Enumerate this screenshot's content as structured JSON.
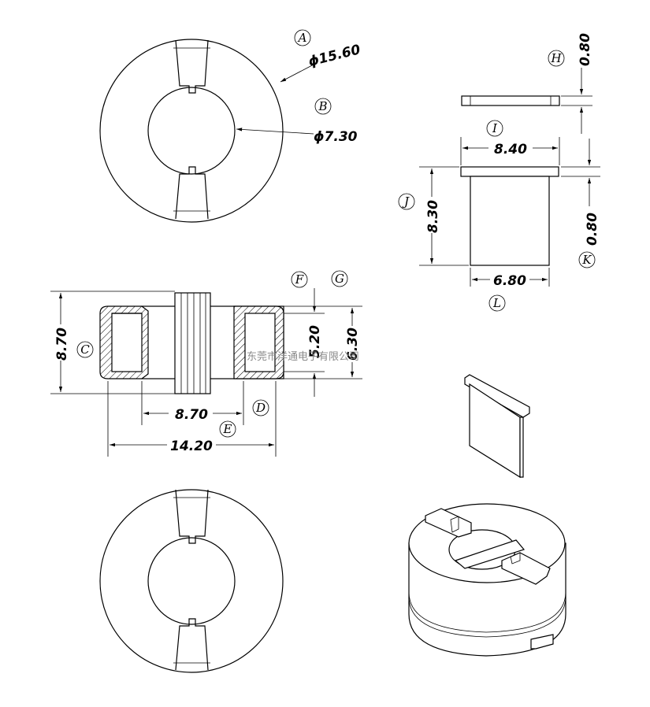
{
  "dimensions": {
    "d_outer": "ϕ15.60",
    "d_inner": "ϕ7.30",
    "h_total_left": "8.70",
    "h_inner_left": "5.20",
    "h_outer_left": "6.30",
    "w_inner": "8.70",
    "w_total": "14.20",
    "clip_thickness_top": "0.80",
    "clip_width": "8.40",
    "clip_height": "8.30",
    "clip_flange": "0.80",
    "clip_bottom": "6.80"
  },
  "labels": {
    "A": "A",
    "B": "B",
    "C": "C",
    "D": "D",
    "E": "E",
    "F": "F",
    "G": "G",
    "H": "H",
    "I": "I",
    "J": "J",
    "K": "K",
    "L": "L"
  },
  "watermark": "东莞市洋通电子有限公司",
  "colors": {
    "line": "#000000",
    "fill": "#ffffff",
    "watermark": "#8a8a8a"
  }
}
